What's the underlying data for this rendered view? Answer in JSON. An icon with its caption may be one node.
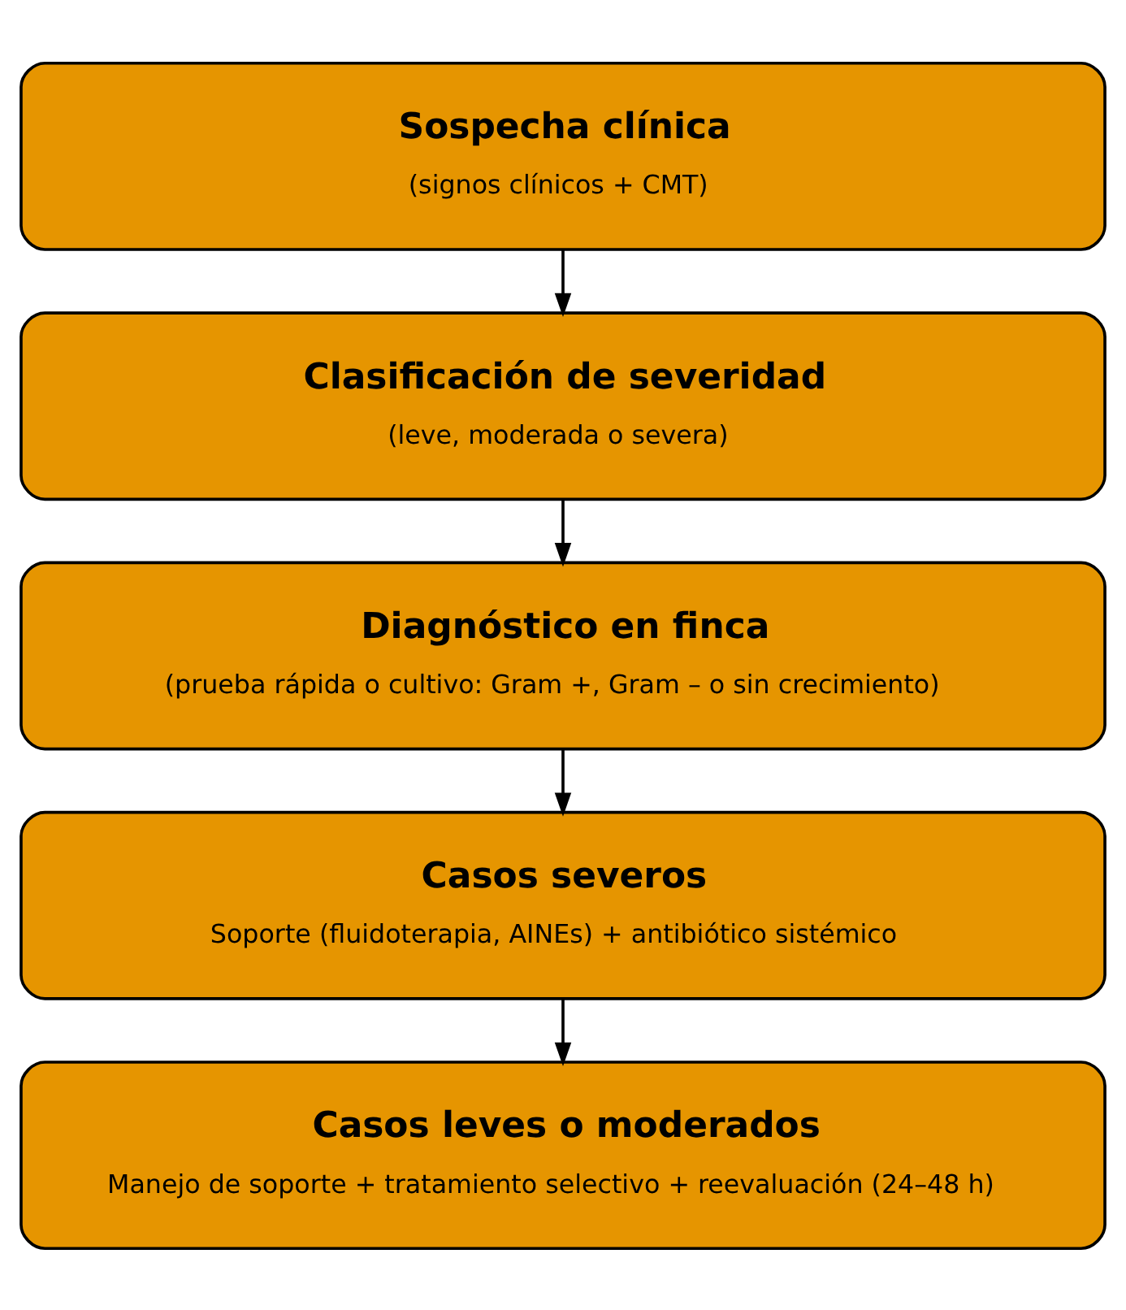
{
  "diagram": {
    "nodes": [
      {
        "text": [
          "Sospecha clínica",
          "(signos clínicos + CMT)"
        ]
      },
      {
        "text": [
          "Clasificación de severidad",
          "(leve, moderada o severa)"
        ]
      },
      {
        "text": [
          "Diagnóstico en finca",
          "(prueba rápida o cultivo: Gram +, Gram – o sin crecimiento)"
        ]
      },
      {
        "text": [
          "Casos severos",
          "Soporte (fluidoterapia, AINEs) + antibiótico sistémico"
        ]
      },
      {
        "text": [
          "Casos leves o moderados",
          "Manejo de soporte + tratamiento selectivo + reevaluación (24–48 h)"
        ]
      }
    ],
    "edges": [
      {
        "from": 0,
        "to": 1,
        "arrow": "to"
      },
      {
        "from": 1,
        "to": 2,
        "arrow": "to"
      },
      {
        "from": 2,
        "to": 3,
        "arrow": "to"
      },
      {
        "from": 3,
        "to": 4,
        "arrow": "to"
      }
    ]
  }
}
